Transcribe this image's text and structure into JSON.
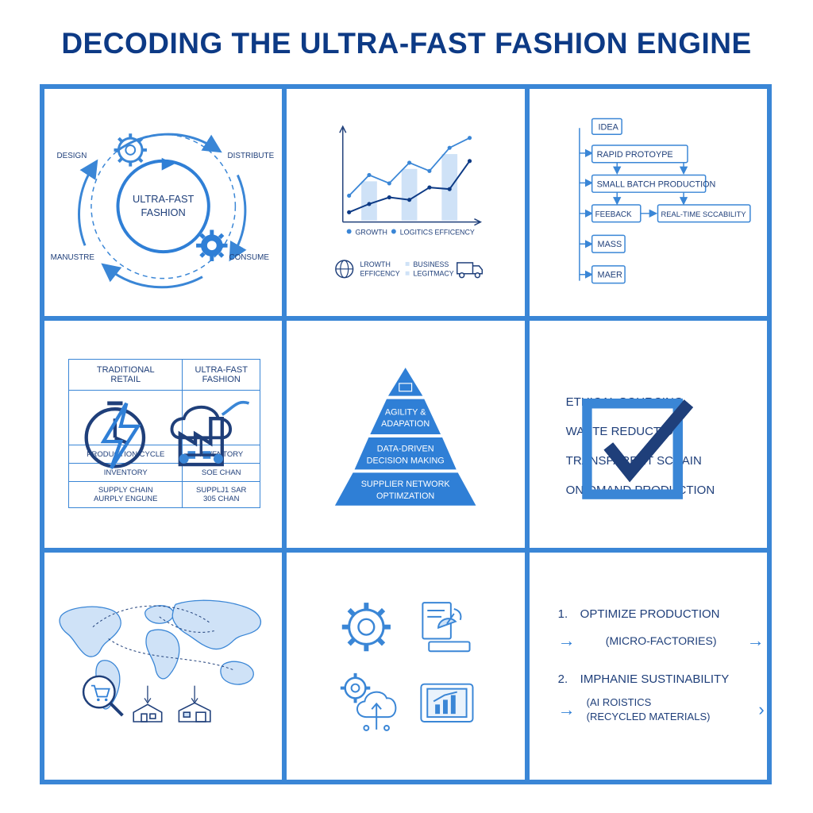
{
  "title": "DECODING THE ULTRA-FAST FASHION ENGINE",
  "colors": {
    "accent": "#3a86d6",
    "dark": "#0d3a85",
    "light": "#cfe2f7"
  },
  "cycle": {
    "center": "ULTRA-FAST\nFASHION",
    "center_line1": "ULTRA-FAST",
    "center_line2": "FASHION",
    "design": "DESIGN",
    "distribute": "DISTRIBUTE",
    "manufacture": "MANUSTRE",
    "consume": "CONSUME"
  },
  "growth_chart": {
    "legend_1": "GROWTH",
    "legend_2": "LOGITICS EFFICENCY",
    "footer_1a": "LROWTH",
    "footer_1b": "EFFICENCY",
    "footer_2a": "BUSINESS",
    "footer_2b": "LEGITMACY"
  },
  "chart_data": {
    "type": "line",
    "title": "",
    "xlabel": "",
    "ylabel": "",
    "series": [
      {
        "name": "GROWTH",
        "values": [
          30,
          55,
          45,
          70,
          60,
          88,
          100
        ]
      },
      {
        "name": "LOGITICS EFFICENCY",
        "values": [
          10,
          20,
          28,
          25,
          40,
          38,
          72
        ]
      }
    ],
    "ylim": [
      0,
      110
    ]
  },
  "flow": {
    "idea": "IDEA",
    "prototype": "RAPID PROTOYPE",
    "small_batch": "SMALL BATCH PRODUCTION",
    "feedback": "FEEBACK",
    "realtime": "REAL-TIME SCCABILITY",
    "mass": "MASS",
    "maer": "MAER"
  },
  "comparison": {
    "col1": "TRADITIONAL RETAIL",
    "col1_a": "TRADITIONAL",
    "col1_b": "RETAIL",
    "col2_a": "ULTRA-FAST",
    "col2_b": "FASHION",
    "r1c1": "PRODUCTION CYCLE",
    "r1c2": "INVENTORY",
    "r2c1": "INVENTORY",
    "r2c2": "SOE CHAN",
    "r3c1a": "SUPPLY CHAIN",
    "r3c1b": "AURPLY ENGUNE",
    "r3c2a": "SUPPLJ1 SAR",
    "r3c2b": "305 CHAN"
  },
  "pyramid": {
    "tier2a": "AGILITY &",
    "tier2b": "ADAPATION",
    "tier3a": "DATA-DRIVEN",
    "tier3b": "DECISION MAKING",
    "tier4a": "SUPPLIER NETWORK",
    "tier4b": "OPTIMZATION"
  },
  "checklist": {
    "items": [
      "ETHICAL SOURCING",
      "WASTE REDUCTION",
      "TRANSPARENT SCHAIN",
      "ON-DMAND PRODUCTION"
    ]
  },
  "steps": {
    "s1_num": "1.",
    "s1": "OPTIMIZE PRODUCTION",
    "s1_sub": "(MICRO-FACTORIES)",
    "s2_num": "2.",
    "s2": "IMPHANIE SUSTINABILITY",
    "s2_sub_a": "(AI ROISTICS",
    "s2_sub_b": "(RECYCLED MATERIALS)"
  }
}
